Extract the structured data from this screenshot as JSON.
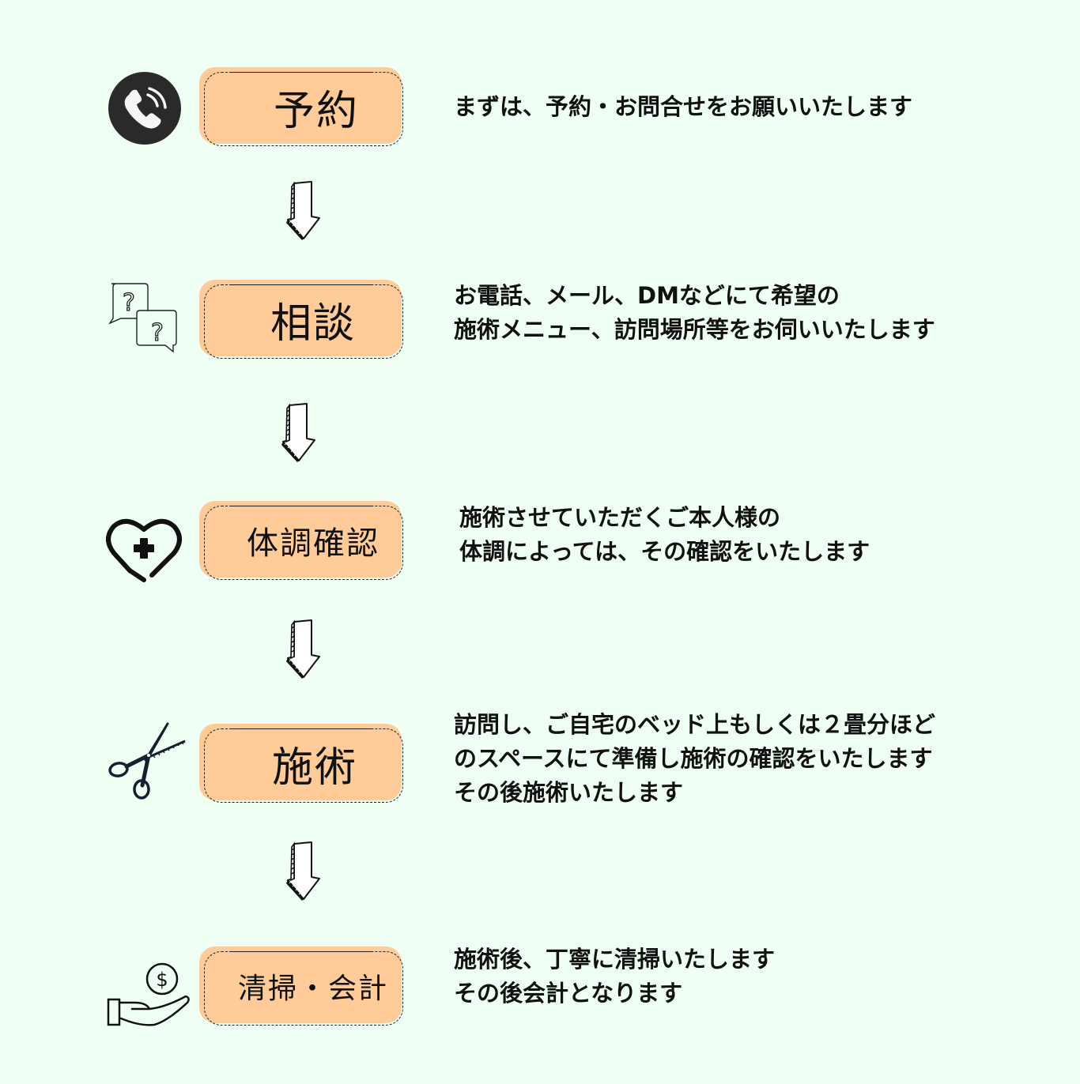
{
  "colors": {
    "background": "#effff4",
    "box_fill": "#ffcb98",
    "text": "#111111",
    "icon": "#222222"
  },
  "steps": [
    {
      "icon": "phone-icon",
      "label": "予約",
      "description": [
        "まずは、予約・お問合せをお願いいたします"
      ]
    },
    {
      "icon": "question-bubbles-icon",
      "label": "相談",
      "description": [
        "お電話、メール、DMなどにて希望の",
        "施術メニュー、訪問場所等をお伺いいたします"
      ]
    },
    {
      "icon": "heart-medical-icon",
      "label": "体調確認",
      "description": [
        "施術させていただくご本人様の",
        "体調によっては、その確認をいたします"
      ]
    },
    {
      "icon": "scissors-icon",
      "label": "施術",
      "description": [
        "訪問し、ご自宅のベッド上もしくは２畳分ほど",
        "のスペースにて準備し施術の確認をいたします",
        "その後施術いたします"
      ]
    },
    {
      "icon": "hand-coin-icon",
      "label": "清掃・会計",
      "description": [
        "施術後、丁寧に清掃いたします",
        "その後会計となります"
      ]
    }
  ],
  "arrows": [
    "arrow-down-icon",
    "arrow-down-icon",
    "arrow-down-icon",
    "arrow-down-icon"
  ]
}
